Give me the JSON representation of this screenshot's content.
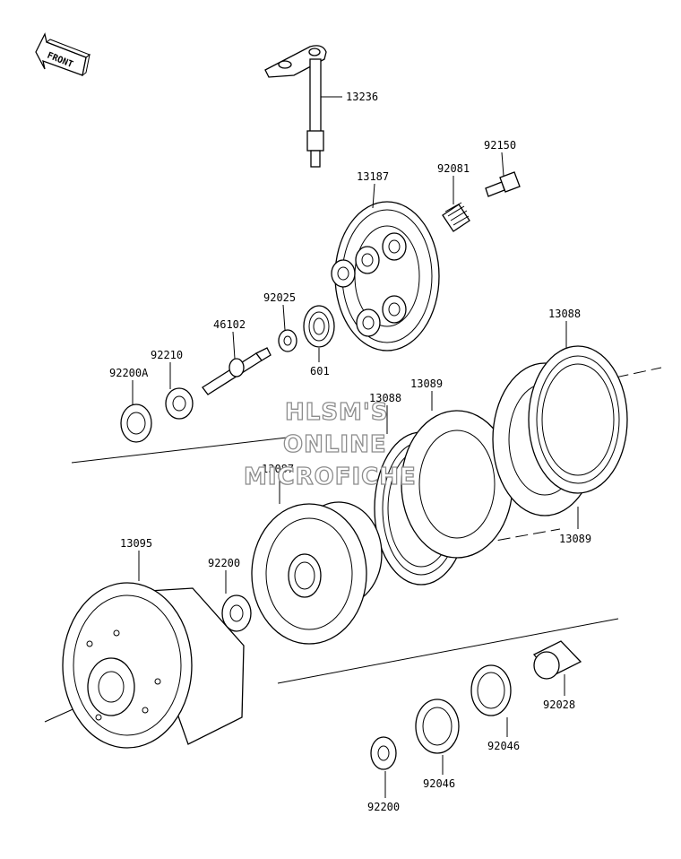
{
  "front_label": "FRONT",
  "watermark": [
    "HLSM'S",
    "ONLINE",
    "MICROFICHE"
  ],
  "labels": {
    "p13236": "13236",
    "p13187": "13187",
    "p92081": "92081",
    "p92150": "92150",
    "p92025": "92025",
    "p46102": "46102",
    "p601": "601",
    "p92210": "92210",
    "p92200A": "92200A",
    "p13088a": "13088",
    "p13088b": "13088",
    "p13089a": "13089",
    "p13089b": "13089",
    "p13087": "13087",
    "p13095": "13095",
    "p92200a": "92200",
    "p92200b": "92200",
    "p92028": "92028",
    "p92046a": "92046",
    "p92046b": "92046"
  }
}
